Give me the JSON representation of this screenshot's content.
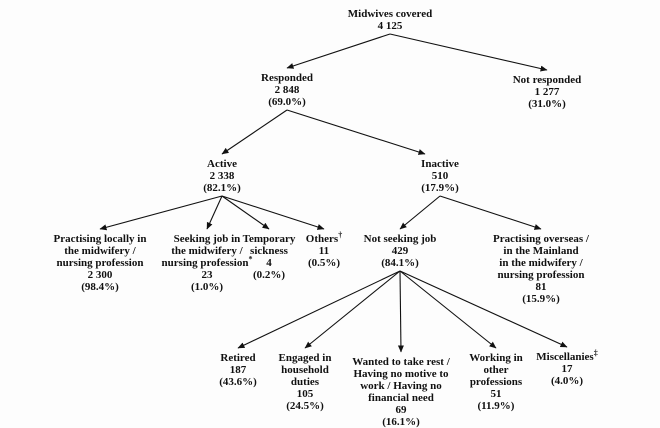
{
  "colors": {
    "text": "#111111",
    "arrow": "#111111",
    "background": "#fdfdfd"
  },
  "diagram": {
    "nodes": [
      {
        "id": "midwives",
        "lines": [
          "Midwives covered",
          "4 125"
        ]
      },
      {
        "id": "responded",
        "lines": [
          "Responded",
          "2 848",
          "(69.0%)"
        ]
      },
      {
        "id": "not_responded",
        "lines": [
          "Not responded",
          "1 277",
          "(31.0%)"
        ]
      },
      {
        "id": "active",
        "lines": [
          "Active",
          "2 338",
          "(82.1%)"
        ]
      },
      {
        "id": "inactive",
        "lines": [
          "Inactive",
          "510",
          "(17.9%)"
        ]
      },
      {
        "id": "practising_locally",
        "lines": [
          "Practising locally in",
          "the midwifery /",
          "nursing profession",
          "2 300",
          "(98.4%)"
        ]
      },
      {
        "id": "seeking_job",
        "lines": [
          "Seeking job in",
          "the midwifery /",
          "nursing profession*",
          "23",
          "(1.0%)"
        ]
      },
      {
        "id": "temporary_sickness",
        "lines": [
          "Temporary",
          "sickness",
          "4",
          "(0.2%)"
        ]
      },
      {
        "id": "others",
        "lines": [
          "Others†",
          "11",
          "(0.5%)"
        ]
      },
      {
        "id": "not_seeking_job",
        "lines": [
          "Not seeking job",
          "429",
          "(84.1%)"
        ]
      },
      {
        "id": "practising_overseas",
        "lines": [
          "Practising overseas /",
          "in the Mainland",
          "in the midwifery /",
          "nursing profession",
          "81",
          "(15.9%)"
        ]
      },
      {
        "id": "retired",
        "lines": [
          "Retired",
          "187",
          "(43.6%)"
        ]
      },
      {
        "id": "household_duties",
        "lines": [
          "Engaged in",
          "household",
          "duties",
          "105",
          "(24.5%)"
        ]
      },
      {
        "id": "take_rest",
        "lines": [
          "Wanted to take rest /",
          "Having no motive to",
          "work / Having no",
          "financial need",
          "69",
          "(16.1%)"
        ]
      },
      {
        "id": "other_professions",
        "lines": [
          "Working in",
          "other",
          "professions",
          "51",
          "(11.9%)"
        ]
      },
      {
        "id": "miscellanies",
        "lines": [
          "Miscellanies‡",
          "17",
          "(4.0%)"
        ]
      }
    ],
    "edges": [
      {
        "from": "midwives",
        "to": "responded"
      },
      {
        "from": "midwives",
        "to": "not_responded"
      },
      {
        "from": "responded",
        "to": "active"
      },
      {
        "from": "responded",
        "to": "inactive"
      },
      {
        "from": "active",
        "to": "practising_locally"
      },
      {
        "from": "active",
        "to": "seeking_job"
      },
      {
        "from": "active",
        "to": "temporary_sickness"
      },
      {
        "from": "active",
        "to": "others"
      },
      {
        "from": "inactive",
        "to": "not_seeking_job"
      },
      {
        "from": "inactive",
        "to": "practising_overseas"
      },
      {
        "from": "not_seeking_job",
        "to": "retired"
      },
      {
        "from": "not_seeking_job",
        "to": "household_duties"
      },
      {
        "from": "not_seeking_job",
        "to": "take_rest"
      },
      {
        "from": "not_seeking_job",
        "to": "other_professions"
      },
      {
        "from": "not_seeking_job",
        "to": "miscellanies"
      }
    ]
  }
}
